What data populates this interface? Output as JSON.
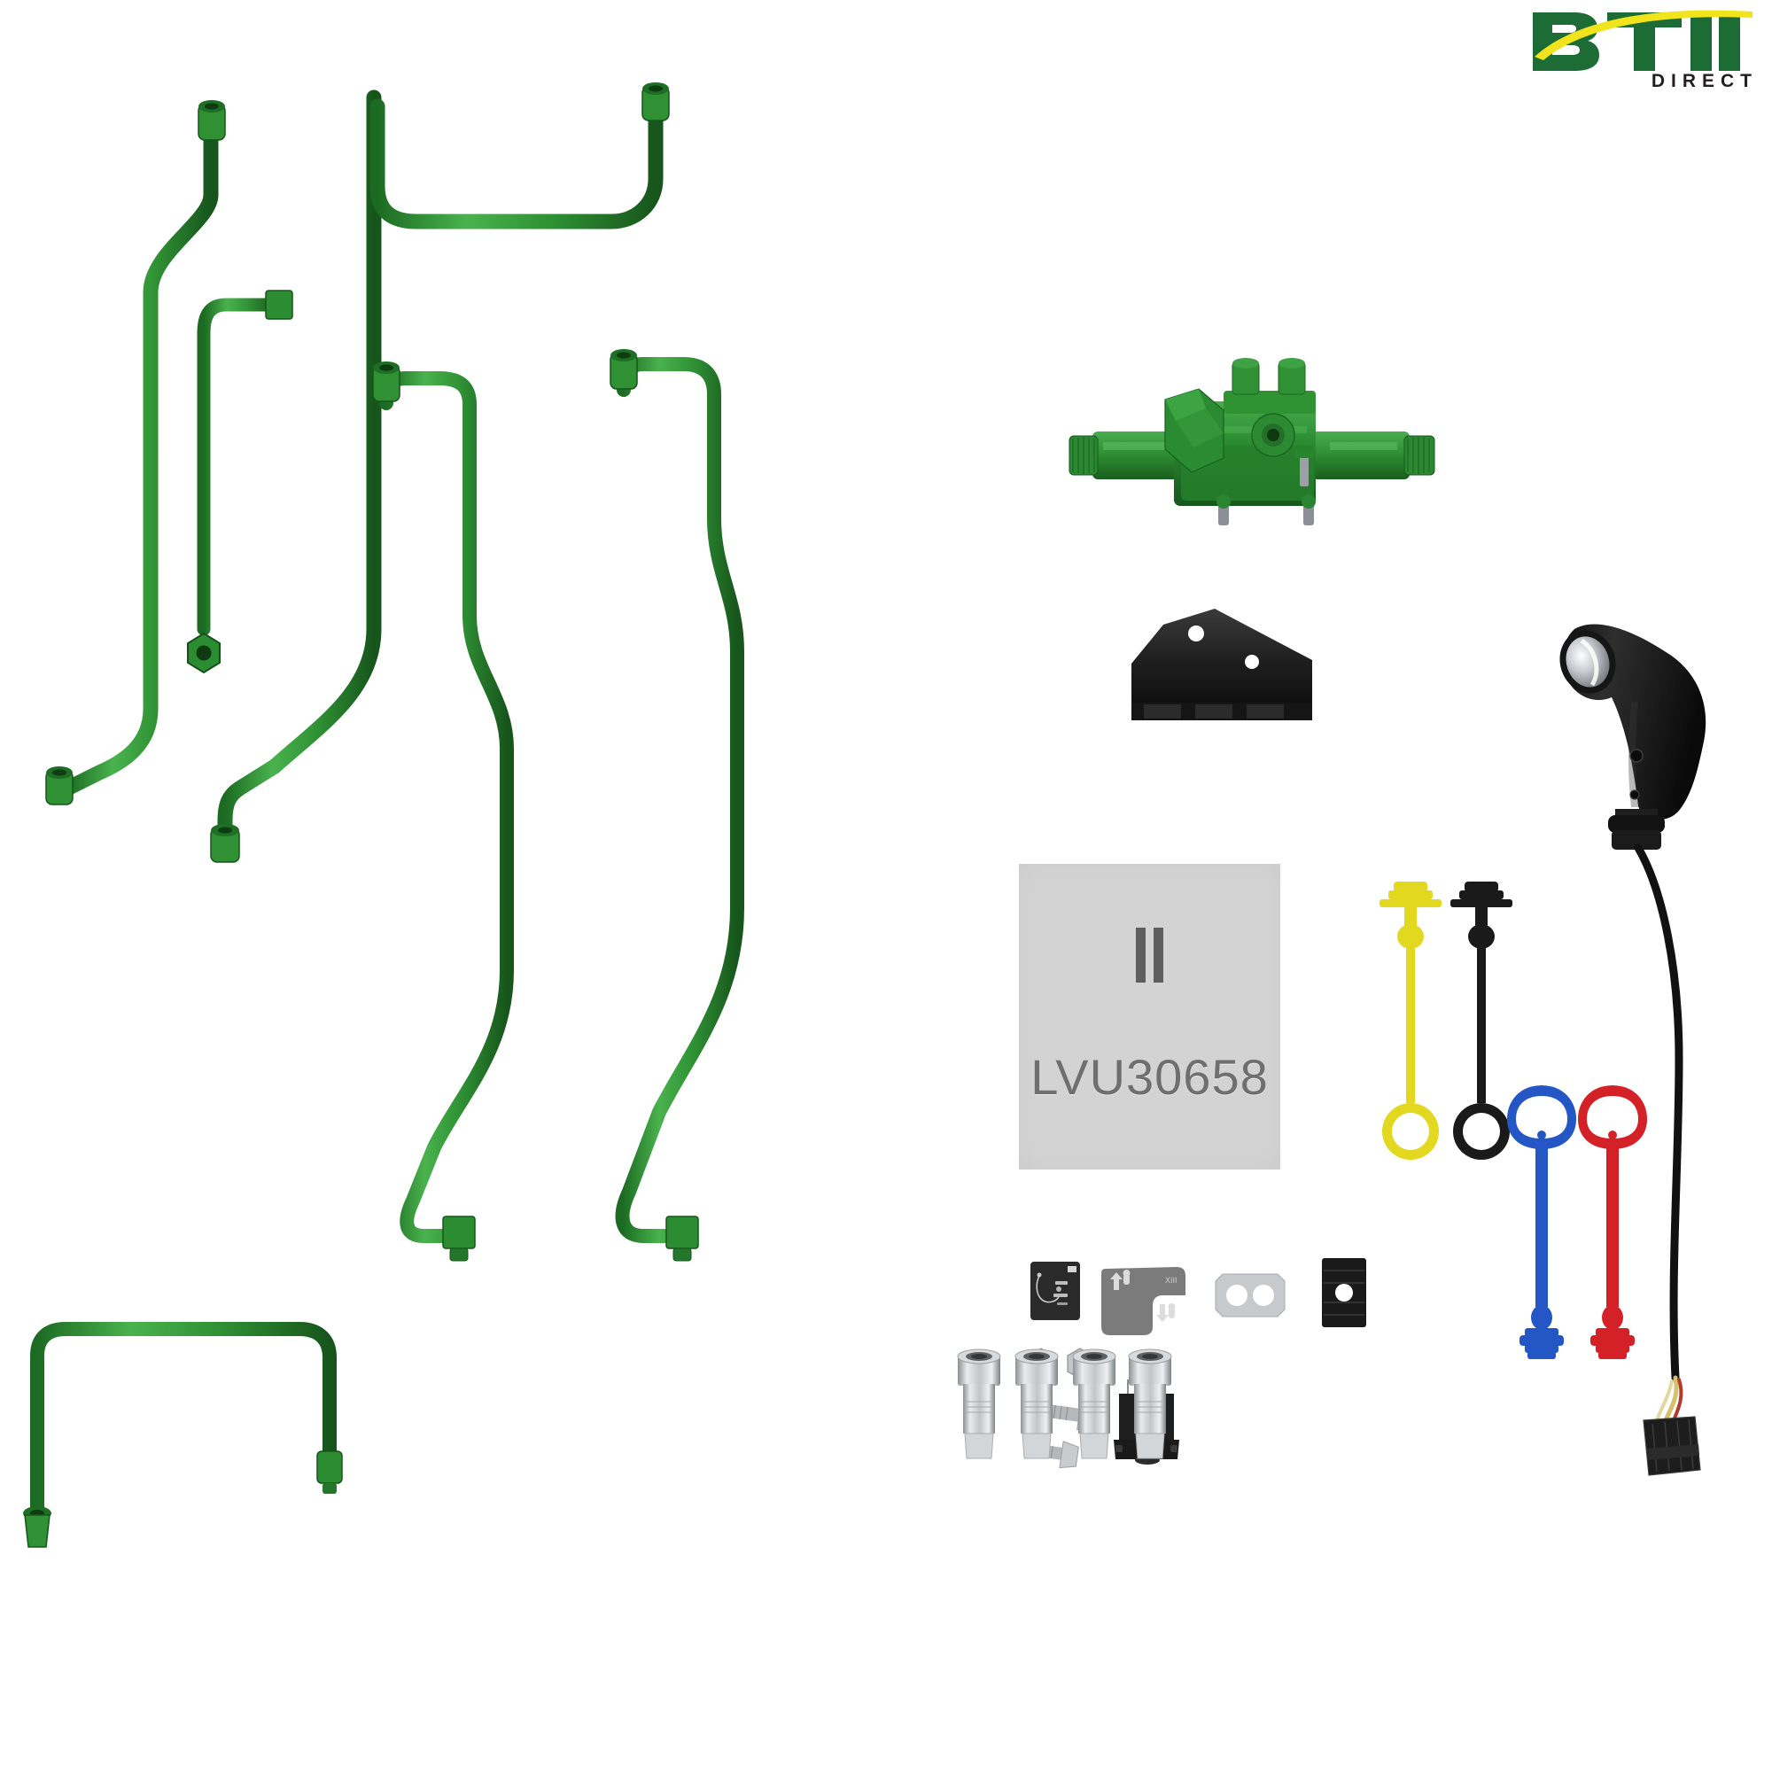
{
  "brand": {
    "name": "BTI",
    "sub": "DIRECT",
    "green": "#1d6b35",
    "yellow": "#f2e41c",
    "dark": "#231f20"
  },
  "label": {
    "part_number": "LVU30658",
    "symbol": "II",
    "background": "#d3d3d3",
    "text_color": "#6f6f6f"
  },
  "colors": {
    "tube_green": "#2f9134",
    "tube_green_dark": "#1c6b22",
    "tube_green_light": "#49b24d",
    "valve_green": "#2a8a33",
    "black_part": "#1c1c1c",
    "steel": "#b9bcbf",
    "chrome_light": "#e6e8ea",
    "plug_yellow": "#e2d81f",
    "plug_black": "#1a1a1a",
    "plug_blue": "#2457c5",
    "plug_red": "#d42128",
    "background": "#ffffff"
  },
  "parts": [
    {
      "id": "tube-1",
      "name": "hydraulic-tube-long-left",
      "group": "tubes",
      "color": "#2f9134"
    },
    {
      "id": "tube-2",
      "name": "hydraulic-tube-short-block-end",
      "group": "tubes",
      "color": "#2f9134"
    },
    {
      "id": "tube-3",
      "name": "hydraulic-tube-tall-right-bend",
      "group": "tubes",
      "color": "#2f9134"
    },
    {
      "id": "tube-4",
      "name": "hydraulic-tube-center-long",
      "group": "tubes",
      "color": "#2f9134"
    },
    {
      "id": "tube-5",
      "name": "hydraulic-tube-right-long",
      "group": "tubes",
      "color": "#2f9134"
    },
    {
      "id": "tube-6",
      "name": "hydraulic-tube-bottom-u",
      "group": "tubes",
      "color": "#2f9134"
    },
    {
      "id": "valve",
      "name": "selective-control-valve-assembly",
      "group": "valve",
      "color": "#2a8a33"
    },
    {
      "id": "bracket",
      "name": "mounting-bracket-plate",
      "group": "bracket",
      "color": "#1c1c1c"
    },
    {
      "id": "joystick",
      "name": "joystick-control-handle",
      "group": "control",
      "color": "#1c1c1c"
    },
    {
      "id": "plug-y",
      "name": "dust-plug-yellow",
      "group": "plugs",
      "color": "#e2d81f"
    },
    {
      "id": "plug-k",
      "name": "dust-plug-black",
      "group": "plugs",
      "color": "#1a1a1a"
    },
    {
      "id": "plug-b",
      "name": "dust-plug-blue",
      "group": "plugs",
      "color": "#2457c5"
    },
    {
      "id": "plug-r",
      "name": "dust-plug-red",
      "group": "plugs",
      "color": "#d42128"
    },
    {
      "id": "decal-1",
      "name": "instruction-decal-black",
      "group": "decals",
      "color": "#2a2a2a"
    },
    {
      "id": "decal-2",
      "name": "operation-decal-gray",
      "group": "decals",
      "color": "#7a7a7a"
    },
    {
      "id": "plate",
      "name": "two-hole-retainer-plate",
      "group": "hardware",
      "color": "#c7cacd"
    },
    {
      "id": "clamp",
      "name": "black-clamp-block",
      "group": "hardware",
      "color": "#1c1c1c"
    },
    {
      "id": "nuts",
      "name": "hex-nuts",
      "group": "hardware",
      "color": "#b9bcbf",
      "count": 2
    },
    {
      "id": "bolts",
      "name": "flange-bolts",
      "group": "hardware",
      "color": "#b9bcbf",
      "count": 2
    },
    {
      "id": "conn",
      "name": "electrical-connector-housing",
      "group": "hardware",
      "color": "#1c1c1c"
    },
    {
      "id": "coupler",
      "name": "hydraulic-quick-coupler",
      "group": "hardware",
      "color": "#c8cbce",
      "count": 4
    }
  ],
  "counts": {
    "tubes": 6,
    "couplers": 4,
    "dust_plugs": 4,
    "nuts": 2,
    "bolts": 2,
    "decals": 2
  }
}
